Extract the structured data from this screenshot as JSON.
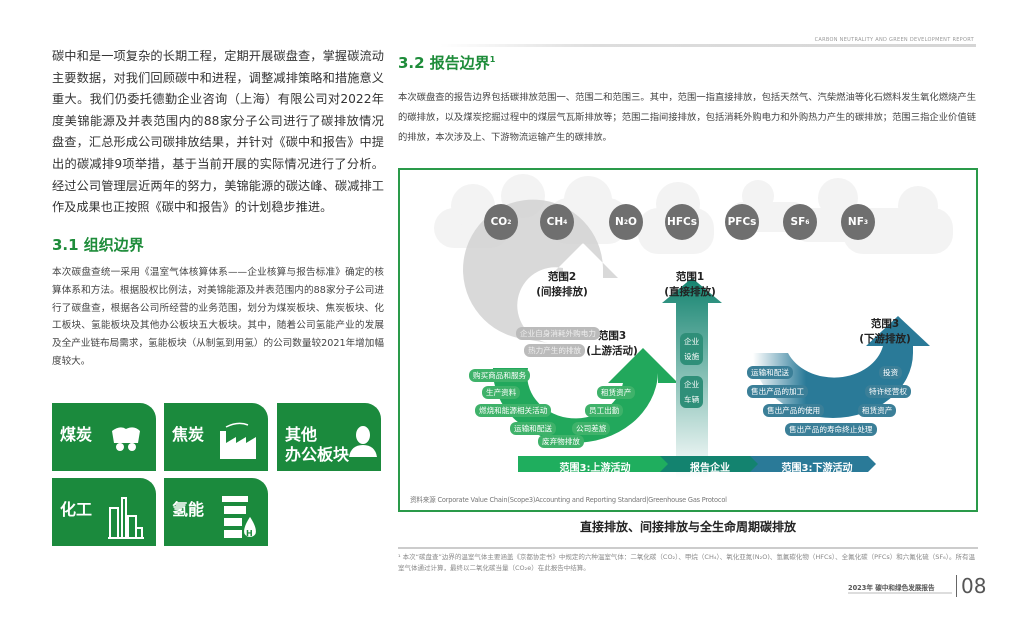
{
  "header": {
    "report_name": "CARBON NEUTRALITY AND GREEN DEVELOPMENT REPORT"
  },
  "intro": "碳中和是一项复杂的长期工程，定期开展碳盘查，掌握碳流动主要数据，对我们回顾碳中和进程，调整减排策略和措施意义重大。我们仍委托德勤企业咨询（上海）有限公司对2022年度美锦能源及并表范围内的88家分子公司进行了碳排放情况盘查，汇总形成公司碳排放结果，并针对《碳中和报告》中提出的碳减排9项举措，基于当前开展的实际情况进行了分析。经过公司管理层近两年的努力，美锦能源的碳达峰、碳减排工作及成果也正按照《碳中和报告》的计划稳步推进。",
  "section31": {
    "title": "3.1 组织边界",
    "body": "本次碳盘查统一采用《温室气体核算体系——企业核算与报告标准》确定的核算体系和方法。根据股权比例法，对美锦能源及并表范围内的88家分子公司进行了碳盘查，根据各公司所经营的业务范围，划分为煤炭板块、焦炭板块、化工板块、氢能板块及其他办公板块五大板块。其中，随着公司氢能产业的发展及全产业链布局需求，氢能板块（从制氢到用氢）的公司数量较2021年增加幅度较大。",
    "blocks": [
      {
        "label": "煤炭",
        "icon": "coal-cart-icon"
      },
      {
        "label": "焦炭",
        "icon": "factory-icon"
      },
      {
        "label": "其他\n办公板块",
        "icon": "person-icon"
      },
      {
        "label": "化工",
        "icon": "chemical-plant-icon"
      },
      {
        "label": "氢能",
        "icon": "hydrogen-tank-icon"
      }
    ]
  },
  "section32": {
    "title": "3.2 报告边界",
    "sup": "1",
    "body": "本次碳盘查的报告边界包括碳排放范围一、范围二和范围三。其中，范围一指直接排放，包括天然气、汽柴燃油等化石燃料发生氧化燃烧产生的碳排放，以及煤炭挖掘过程中的煤层气瓦斯排放等；范围二指间接排放，包括消耗外购电力和外购热力产生的碳排放；范围三指企业价值链的排放，本次涉及上、下游物流运输产生的碳排放。"
  },
  "diagram": {
    "gases": [
      {
        "main": "CO",
        "sub": "2",
        "tail": ""
      },
      {
        "main": "CH",
        "sub": "4",
        "tail": ""
      },
      {
        "main": "N",
        "sub": "2",
        "tail": "O"
      },
      {
        "main": "HFCs",
        "sub": "",
        "tail": ""
      },
      {
        "main": "PFCs",
        "sub": "",
        "tail": ""
      },
      {
        "main": "SF",
        "sub": "6",
        "tail": ""
      },
      {
        "main": "NF",
        "sub": "3",
        "tail": ""
      }
    ],
    "scope2": {
      "title": "范围2",
      "sub": "(间接排放)",
      "items": [
        "企业自身消耗外购电力",
        "热力产生的排放"
      ]
    },
    "scope1": {
      "title": "范围1",
      "sub": "(直接排放)",
      "items": [
        "企业\n设施",
        "企业\n车辆"
      ]
    },
    "scope3_up": {
      "title": "范围3",
      "sub": "(上游活动)",
      "items": [
        "购买商品和服务",
        "生产资料",
        "燃烧和能源相关活动",
        "运输和配送",
        "废弃物排放",
        "公司差旅",
        "员工出勤",
        "租赁资产"
      ]
    },
    "scope3_down": {
      "title": "范围3",
      "sub": "(下游排放)",
      "items": [
        "运输和配送",
        "售出产品的加工",
        "售出产品的使用",
        "售出产品的寿命终止处理",
        "租赁资产",
        "特许经营权",
        "投资"
      ]
    },
    "bar": [
      "范围3:上游活动",
      "报告企业",
      "范围3:下游活动"
    ],
    "source": "资料来源 Corporate Value Chain(Scope3)Accounting and Reporting Standard|Greenhouse Gas Protocol",
    "caption": "直接排放、间接排放与全生命周期碳排放",
    "colors": {
      "green": "#1b8a3d",
      "upstream": "#1fae5e",
      "direct": "#13836f",
      "downstream": "#2a7a98",
      "gas": "#6f6f6f"
    }
  },
  "footnote": "¹ 本次“碳盘查”边界的温室气体主要涵盖《京都协定书》中规定的六种温室气体：二氧化碳（CO₂）、甲烷（CH₄）、氧化亚氮(N₂O)、氢氟碳化物（HFCs）、全氟化碳（PFCs）和六氟化硫（SF₆）。所有温室气体通过计算，最终以二氧化碳当量（CO₂e）在此报告中结算。",
  "footer": {
    "report": "2023年 碳中和绿色发展报告",
    "page": "08"
  }
}
